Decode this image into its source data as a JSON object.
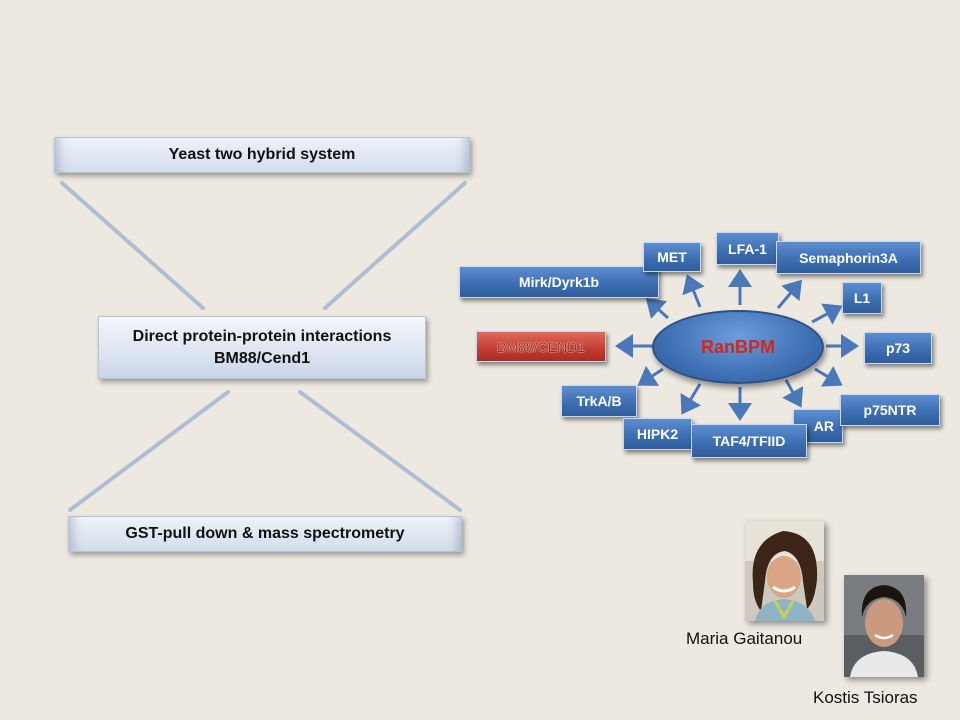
{
  "flow": {
    "top_label": "Yeast two hybrid system",
    "middle_line1": "Direct protein-protein interactions",
    "middle_line2": "BM88/Cend1",
    "bottom_label": "GST-pull down & mass spectrometry"
  },
  "network": {
    "center_label": "RanBPM",
    "nodes": {
      "met": "MET",
      "lfa1": "LFA-1",
      "semaphorin": "Semaphorin3A",
      "mirk": "Mirk/Dyrk1b",
      "l1": "L1",
      "bm88": "BM88/CEND1",
      "p73": "p73",
      "trka": "TrkA/B",
      "p75": "p75NTR",
      "ar": "AR",
      "hipk2": "HIPK2",
      "taf4": "TAF4/TFIID"
    }
  },
  "people": {
    "person1": "Maria Gaitanou",
    "person2": "Kostis Tsioras"
  },
  "colors": {
    "background": "#ede9e1",
    "node_blue": "#3e6fb3",
    "highlight_red": "#c23b2f",
    "center_text": "#d2271d",
    "connector": "#aebdd3"
  }
}
